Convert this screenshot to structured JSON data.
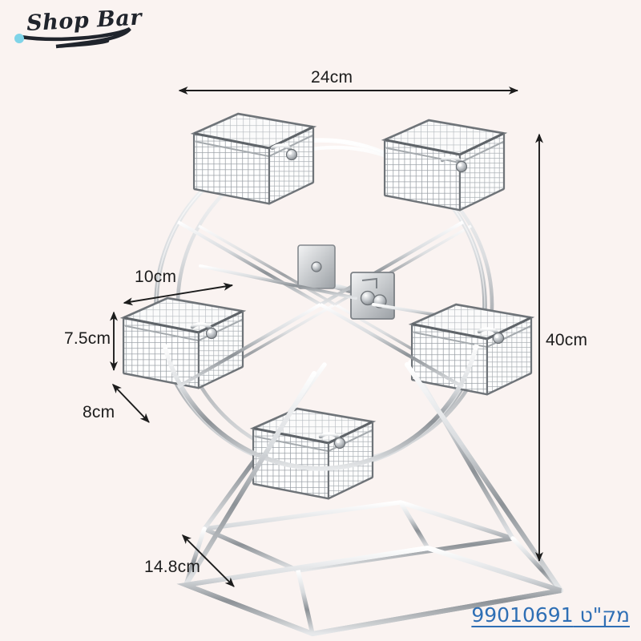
{
  "page": {
    "background_color": "#faf3f1",
    "type": "product-dimension-diagram"
  },
  "brand": {
    "logo_text": "Shop Bar",
    "logo_accent_color": "#7fd4e8",
    "logo_ink_color": "#20242c"
  },
  "product": {
    "name": "ferris-wheel-wire-basket-display-stand",
    "material_finish": "chrome",
    "basket_count": 6,
    "visible_basket_count": 5
  },
  "dimensions": {
    "overall_width": "24cm",
    "overall_height": "40cm",
    "basket_width": "10cm",
    "basket_height": "7.5cm",
    "basket_depth": "8cm",
    "base_depth": "14.8cm"
  },
  "sku": {
    "label": "מק\"ט 99010691",
    "color": "#2f6fb5"
  },
  "colors": {
    "line": "#1c1c1c",
    "metal_light": "#ffffff",
    "metal_mid": "#b9bcc0",
    "metal_dark": "#7d8287"
  }
}
